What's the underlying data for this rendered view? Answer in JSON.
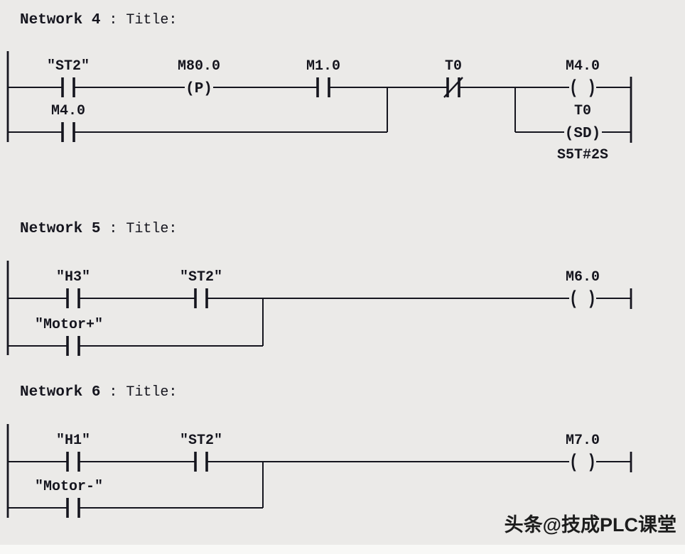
{
  "page": {
    "bg": "#ebeae8",
    "ink": "#15151e",
    "watermark": "头条@技成PLC课堂"
  },
  "networks": [
    {
      "title_name": "Network 4",
      "title_suffix": ": Title:",
      "contact1_label": "\"ST2\"",
      "pulse_label": "M80.0",
      "pulse_symbol": "(P)",
      "contact2_label": "M1.0",
      "nc_label": "T0",
      "coil_label": "M4.0",
      "coil_symbol": "( )",
      "branch_contact_label": "M4.0",
      "timer_label": "T0",
      "timer_symbol": "(SD)",
      "timer_value": "S5T#2S"
    },
    {
      "title_name": "Network 5",
      "title_suffix": ": Title:",
      "contact1_label": "\"H3\"",
      "contact2_label": "\"ST2\"",
      "branch_contact_label": "\"Motor+\"",
      "coil_label": "M6.0",
      "coil_symbol": "( )"
    },
    {
      "title_name": "Network 6",
      "title_suffix": ": Title:",
      "contact1_label": "\"H1\"",
      "contact2_label": "\"ST2\"",
      "branch_contact_label": "\"Motor-\"",
      "coil_label": "M7.0",
      "coil_symbol": "( )"
    }
  ]
}
